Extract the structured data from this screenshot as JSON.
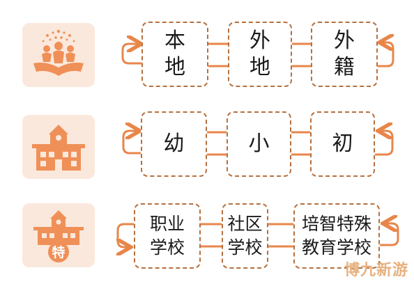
{
  "rows": [
    {
      "icon": "reading-people-icon",
      "boxes": [
        {
          "label": "本\n地"
        },
        {
          "label": "外\n地"
        },
        {
          "label": "外\n籍"
        }
      ]
    },
    {
      "icon": "school-building-icon",
      "boxes": [
        {
          "label": "幼"
        },
        {
          "label": "小"
        },
        {
          "label": "初"
        }
      ]
    },
    {
      "icon": "special-school-icon",
      "icon_text": "特",
      "boxes": [
        {
          "label": "职业\n学校"
        },
        {
          "label": "社区\n学校"
        },
        {
          "label": "培智特殊\n教育学校"
        }
      ]
    }
  ],
  "watermark": "博九新游",
  "colors": {
    "accent": "#e8864a",
    "border": "#b5703e",
    "tile_bg": "#fbe8dc",
    "icon": "#ef9058"
  }
}
